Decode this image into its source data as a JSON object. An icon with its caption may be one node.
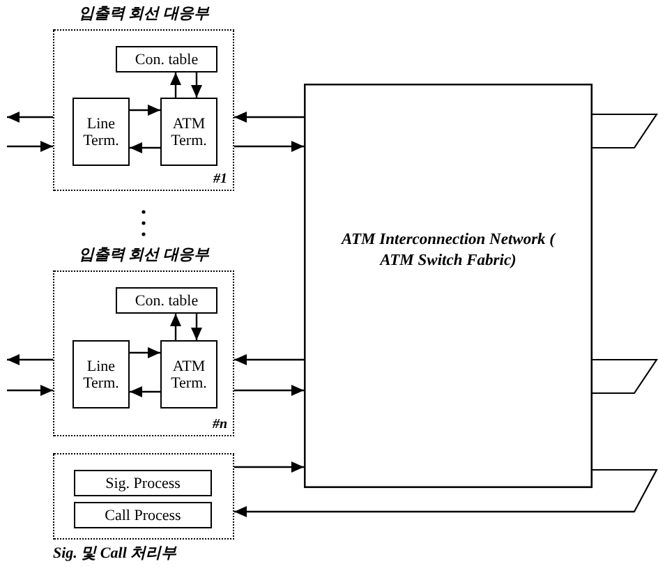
{
  "diagram": {
    "nodes": [
      {
        "text": [
          "입출력 회선 대응부",
          "#1"
        ]
      },
      {
        "text": [
          "Con. table"
        ],
        "in": 0
      },
      {
        "text": [
          "Line Term."
        ],
        "in": 0
      },
      {
        "text": [
          "ATM Term."
        ],
        "in": 0
      },
      {
        "text": [
          "입출력 회선 대응부",
          "#n"
        ]
      },
      {
        "text": [
          "Con. table"
        ],
        "in": 4
      },
      {
        "text": [
          "Line Term."
        ],
        "in": 4
      },
      {
        "text": [
          "ATM Term."
        ],
        "in": 4
      },
      {
        "text": [
          "Sig. 및 Call 처리부"
        ]
      },
      {
        "text": [
          "Sig. Process"
        ],
        "in": 8
      },
      {
        "text": [
          "Call Process"
        ],
        "in": 8
      },
      {
        "text": [
          "ATM Interconnection Network ( ATM Switch Fabric)"
        ]
      }
    ],
    "edges": [
      {
        "from": 0,
        "to": null,
        "arrow": "to"
      },
      {
        "from": null,
        "to": 0,
        "arrow": "to"
      },
      {
        "from": 2,
        "to": 3,
        "arrow": "to"
      },
      {
        "from": 3,
        "to": 2,
        "arrow": "to"
      },
      {
        "from": 3,
        "to": 1,
        "arrow": "to"
      },
      {
        "from": 1,
        "to": 3,
        "arrow": "to"
      },
      {
        "from": 11,
        "to": 0,
        "arrow": "to"
      },
      {
        "from": 0,
        "to": 11,
        "arrow": "to"
      },
      {
        "from": 4,
        "to": null,
        "arrow": "to"
      },
      {
        "from": null,
        "to": 4,
        "arrow": "to"
      },
      {
        "from": 6,
        "to": 7,
        "arrow": "to"
      },
      {
        "from": 7,
        "to": 6,
        "arrow": "to"
      },
      {
        "from": 7,
        "to": 5,
        "arrow": "to"
      },
      {
        "from": 5,
        "to": 7,
        "arrow": "to"
      },
      {
        "from": 11,
        "to": 4,
        "arrow": "to"
      },
      {
        "from": 4,
        "to": 11,
        "arrow": "to"
      },
      {
        "from": 8,
        "to": 11,
        "arrow": "to"
      },
      {
        "from": 11,
        "to": 8,
        "arrow": "to"
      }
    ]
  }
}
